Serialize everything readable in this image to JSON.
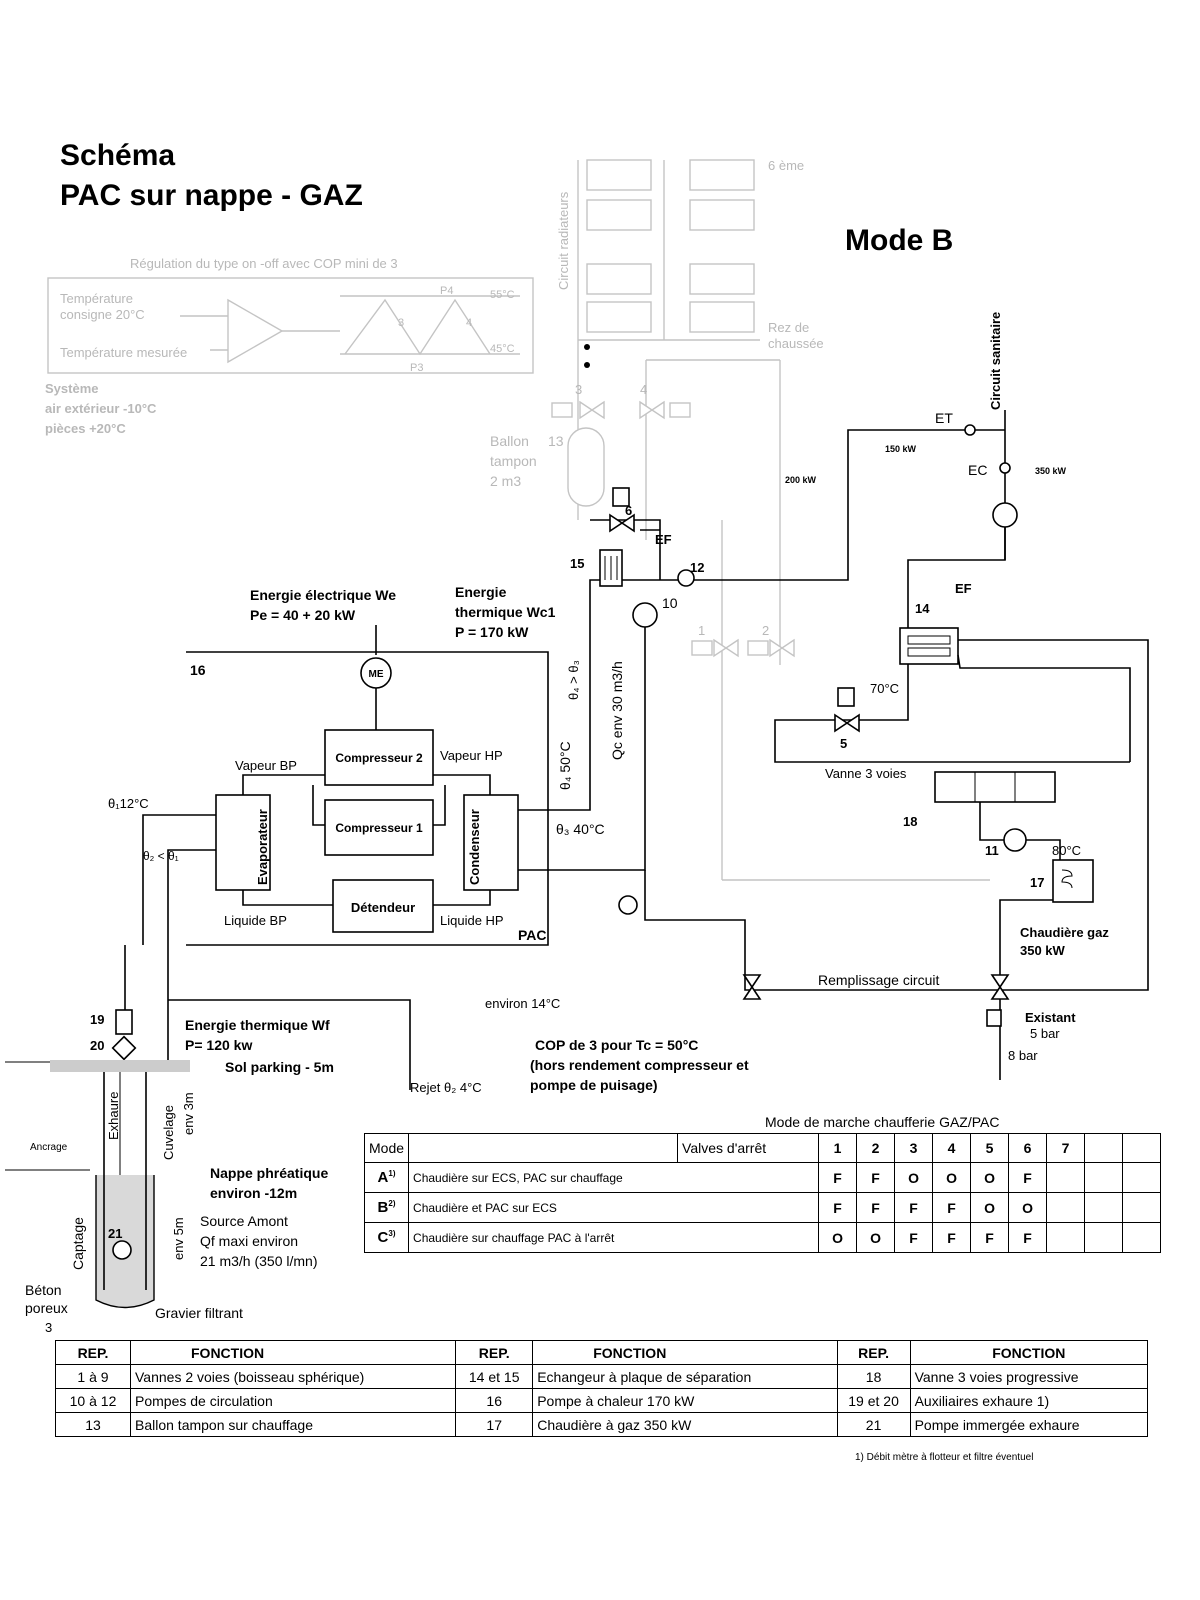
{
  "title": {
    "line1": "Schéma",
    "line2": "PAC sur nappe - GAZ"
  },
  "mode": "Mode B",
  "regulation": {
    "caption": "Régulation du type on -off avec COP mini de 3",
    "setpoint": [
      "Température",
      "consigne 20°C"
    ],
    "measured": "Température mesurée",
    "system": [
      "Système",
      "air extérieur -10°C",
      "pièces +20°C"
    ],
    "p4": "P4",
    "p3": "P3",
    "n3": "3",
    "n4": "4",
    "t55": "55°C",
    "t45": "45°C"
  },
  "radiators": {
    "circuit": "Circuit radiateurs",
    "top": "6 ème",
    "ground": [
      "Rez de",
      "chaussée"
    ]
  },
  "buffer": {
    "label": [
      "Ballon",
      "tampon",
      "2 m3"
    ],
    "rep": "13"
  },
  "energy_electric": [
    "Energie électrique We",
    "Pe = 40 + 20 kW"
  ],
  "energy_thermal_wc": [
    "Energie",
    "thermique Wc1",
    "P = 170 kW"
  ],
  "energy_thermal_wf": [
    "Energie thermique Wf",
    "P= 120 kw"
  ],
  "pac": {
    "rep": "16",
    "label": "PAC",
    "motor": "ME",
    "comp2": "Compresseur 2",
    "comp1": "Compresseur 1",
    "evap": "Evaporateur",
    "cond": "Condenseur",
    "detendeur": "Détendeur",
    "vapeur_bp": "Vapeur BP",
    "vapeur_hp": "Vapeur HP",
    "liquide_bp": "Liquide BP",
    "liquide_hp": "Liquide HP"
  },
  "temps": {
    "t1": "θ₁12°C",
    "t2": "θ₂ < θ₁",
    "t3": "θ₃  40°C",
    "t4": "θ₄  50°C",
    "t43": "θ₄ > θ₃",
    "qc": "Qc env 30 m3/h",
    "c70": "70°C",
    "c80": "80°C",
    "rejet": "Rejet  θ₂ 4°C",
    "env14": "environ 14°C"
  },
  "sanitary": {
    "circuit": "Circuit sanitaire",
    "et": "ET",
    "ec": "EC",
    "ef1": "EF",
    "ef2": "EF",
    "kw150": "150 kW",
    "kw350": "350 kW",
    "kw200": "200 kW"
  },
  "numbers": {
    "n1": "1",
    "n2": "2",
    "n3": "3",
    "n4": "4",
    "n5": "5",
    "n6": "6",
    "n10": "10",
    "n11": "11",
    "n12": "12",
    "n14": "14",
    "n15": "15",
    "n17": "17",
    "n18": "18",
    "n19": "19",
    "n20": "20",
    "n21": "21",
    "n3w": "3"
  },
  "vanne3": "Vanne 3 voies",
  "boiler": [
    "Chaudière gaz",
    "350 kW"
  ],
  "filling": "Remplissage circuit",
  "existing": {
    "label": "Existant",
    "bar5": "5 bar",
    "bar8": "8 bar"
  },
  "cop": [
    "COP de 3 pour Tc = 50°C",
    "(hors rendement compresseur et",
    "pompe de puisage)"
  ],
  "well": {
    "sol": "Sol parking - 5m",
    "nappe": [
      "Nappe phréatique",
      "environ -12m"
    ],
    "source": [
      "Source Amont",
      "Qf  maxi environ",
      "21 m3/h (350 l/mn)"
    ],
    "exhaure": "Exhaure",
    "cuvelage": "Cuvelage",
    "env3m": "env 3m",
    "ancrage": "Ancrage",
    "captage": "Captage",
    "env5m": "env 5m",
    "beton": [
      "Béton",
      "poreux"
    ],
    "gravier": "Gravier filtrant"
  },
  "mode_table": {
    "caption": "Mode de marche chaufferie GAZ/PAC",
    "header": {
      "mode": "Mode",
      "valves": "Valves d'arrêt",
      "cols": [
        "1",
        "2",
        "3",
        "4",
        "5",
        "6",
        "7",
        "",
        ""
      ]
    },
    "rows": [
      {
        "mode": "A",
        "sup": "1)",
        "desc": "Chaudière sur ECS, PAC sur chauffage",
        "values": [
          "F",
          "F",
          "O",
          "O",
          "O",
          "F",
          "",
          "",
          ""
        ]
      },
      {
        "mode": "B",
        "sup": "2)",
        "desc": "Chaudière et PAC sur ECS",
        "values": [
          "F",
          "F",
          "F",
          "F",
          "O",
          "O",
          "",
          "",
          ""
        ]
      },
      {
        "mode": "C",
        "sup": "3)",
        "desc": "Chaudière sur chauffage PAC à l'arrêt",
        "values": [
          "O",
          "O",
          "F",
          "F",
          "F",
          "F",
          "",
          "",
          ""
        ]
      }
    ]
  },
  "rep_table": {
    "header": [
      "REP.",
      "FONCTION",
      "REP.",
      "FONCTION",
      "REP.",
      "FONCTION"
    ],
    "rows": [
      [
        "1 à 9",
        "Vannes 2 voies (boisseau sphérique)",
        "14 et 15",
        "Echangeur à plaque de séparation",
        "18",
        "Vanne 3 voies progressive"
      ],
      [
        "10 à 12",
        "Pompes de circulation",
        "16",
        "Pompe à chaleur 170 kW",
        "19 et 20",
        "Auxiliaires exhaure 1)"
      ],
      [
        "13",
        "Ballon tampon sur chauffage",
        "17",
        "Chaudière à gaz 350 kW",
        "21",
        "Pompe immergée exhaure"
      ]
    ],
    "footnote": "1) Débit mètre à flotteur et filtre éventuel"
  }
}
